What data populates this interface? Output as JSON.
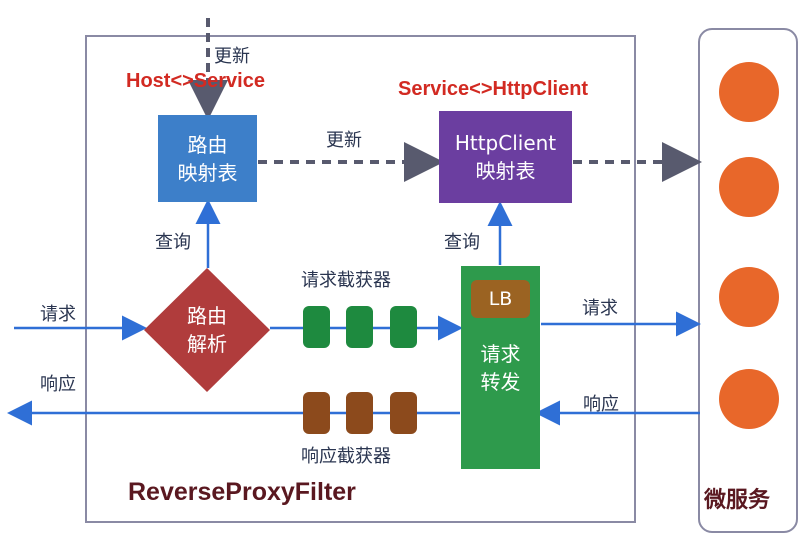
{
  "diagram": {
    "filter_title": "ReverseProxyFilter",
    "services_title": "微服务",
    "route_table": {
      "line1": "路由",
      "line2": "映射表",
      "color": "#3d7fc9"
    },
    "client_table": {
      "line1": "HttpClient",
      "line2": "映射表",
      "color": "#6b3ea0"
    },
    "route_parse": {
      "line1": "路由",
      "line2": "解析",
      "color": "#b03c3c"
    },
    "forward": {
      "line1": "请求",
      "line2": "转发",
      "color": "#2e9a4c"
    },
    "lb": {
      "label": "LB",
      "color": "#9b6322"
    },
    "labels": {
      "host_service": "Host<>Service",
      "service_httpclient": "Service<>HttpClient",
      "update_top": "更新",
      "update_mid": "更新",
      "query_left": "查询",
      "query_right": "查询",
      "request_in": "请求",
      "response_out": "响应",
      "request_out": "请求",
      "response_in": "响应",
      "request_interceptor": "请求截获器",
      "response_interceptor": "响应截获器"
    },
    "request_interceptor_count": 3,
    "response_interceptor_count": 3,
    "microservice_count": 4,
    "colors": {
      "arrow_blue": "#2f6fd6",
      "dash_gray": "#585a6e",
      "interceptor_green": "#1e8a3f",
      "interceptor_brown": "#8c4a1c",
      "service_orange": "#e8672a",
      "title_dark_red": "#5a1820"
    }
  }
}
